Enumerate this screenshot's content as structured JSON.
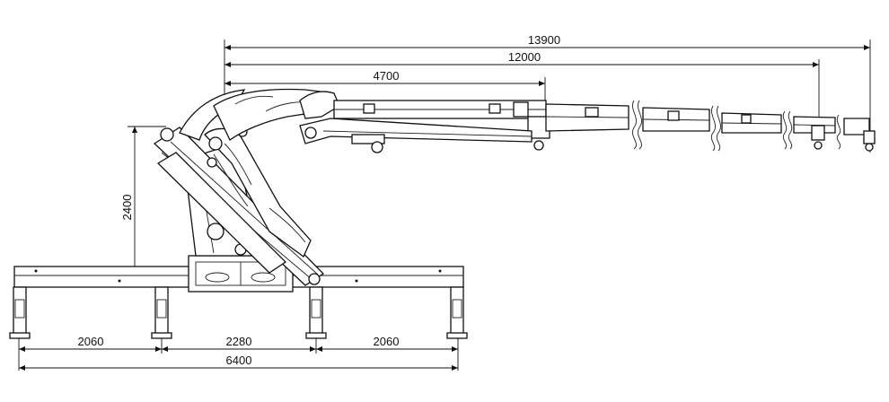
{
  "dimensions": {
    "boom_max_reach": "13900",
    "boom_reach": "12000",
    "boom_section": "4700",
    "height": "2400",
    "outrigger_left": "2060",
    "outrigger_center": "2280",
    "outrigger_right": "2060",
    "total_width": "6400"
  },
  "colors": {
    "line": "#111111",
    "background": "#ffffff"
  }
}
